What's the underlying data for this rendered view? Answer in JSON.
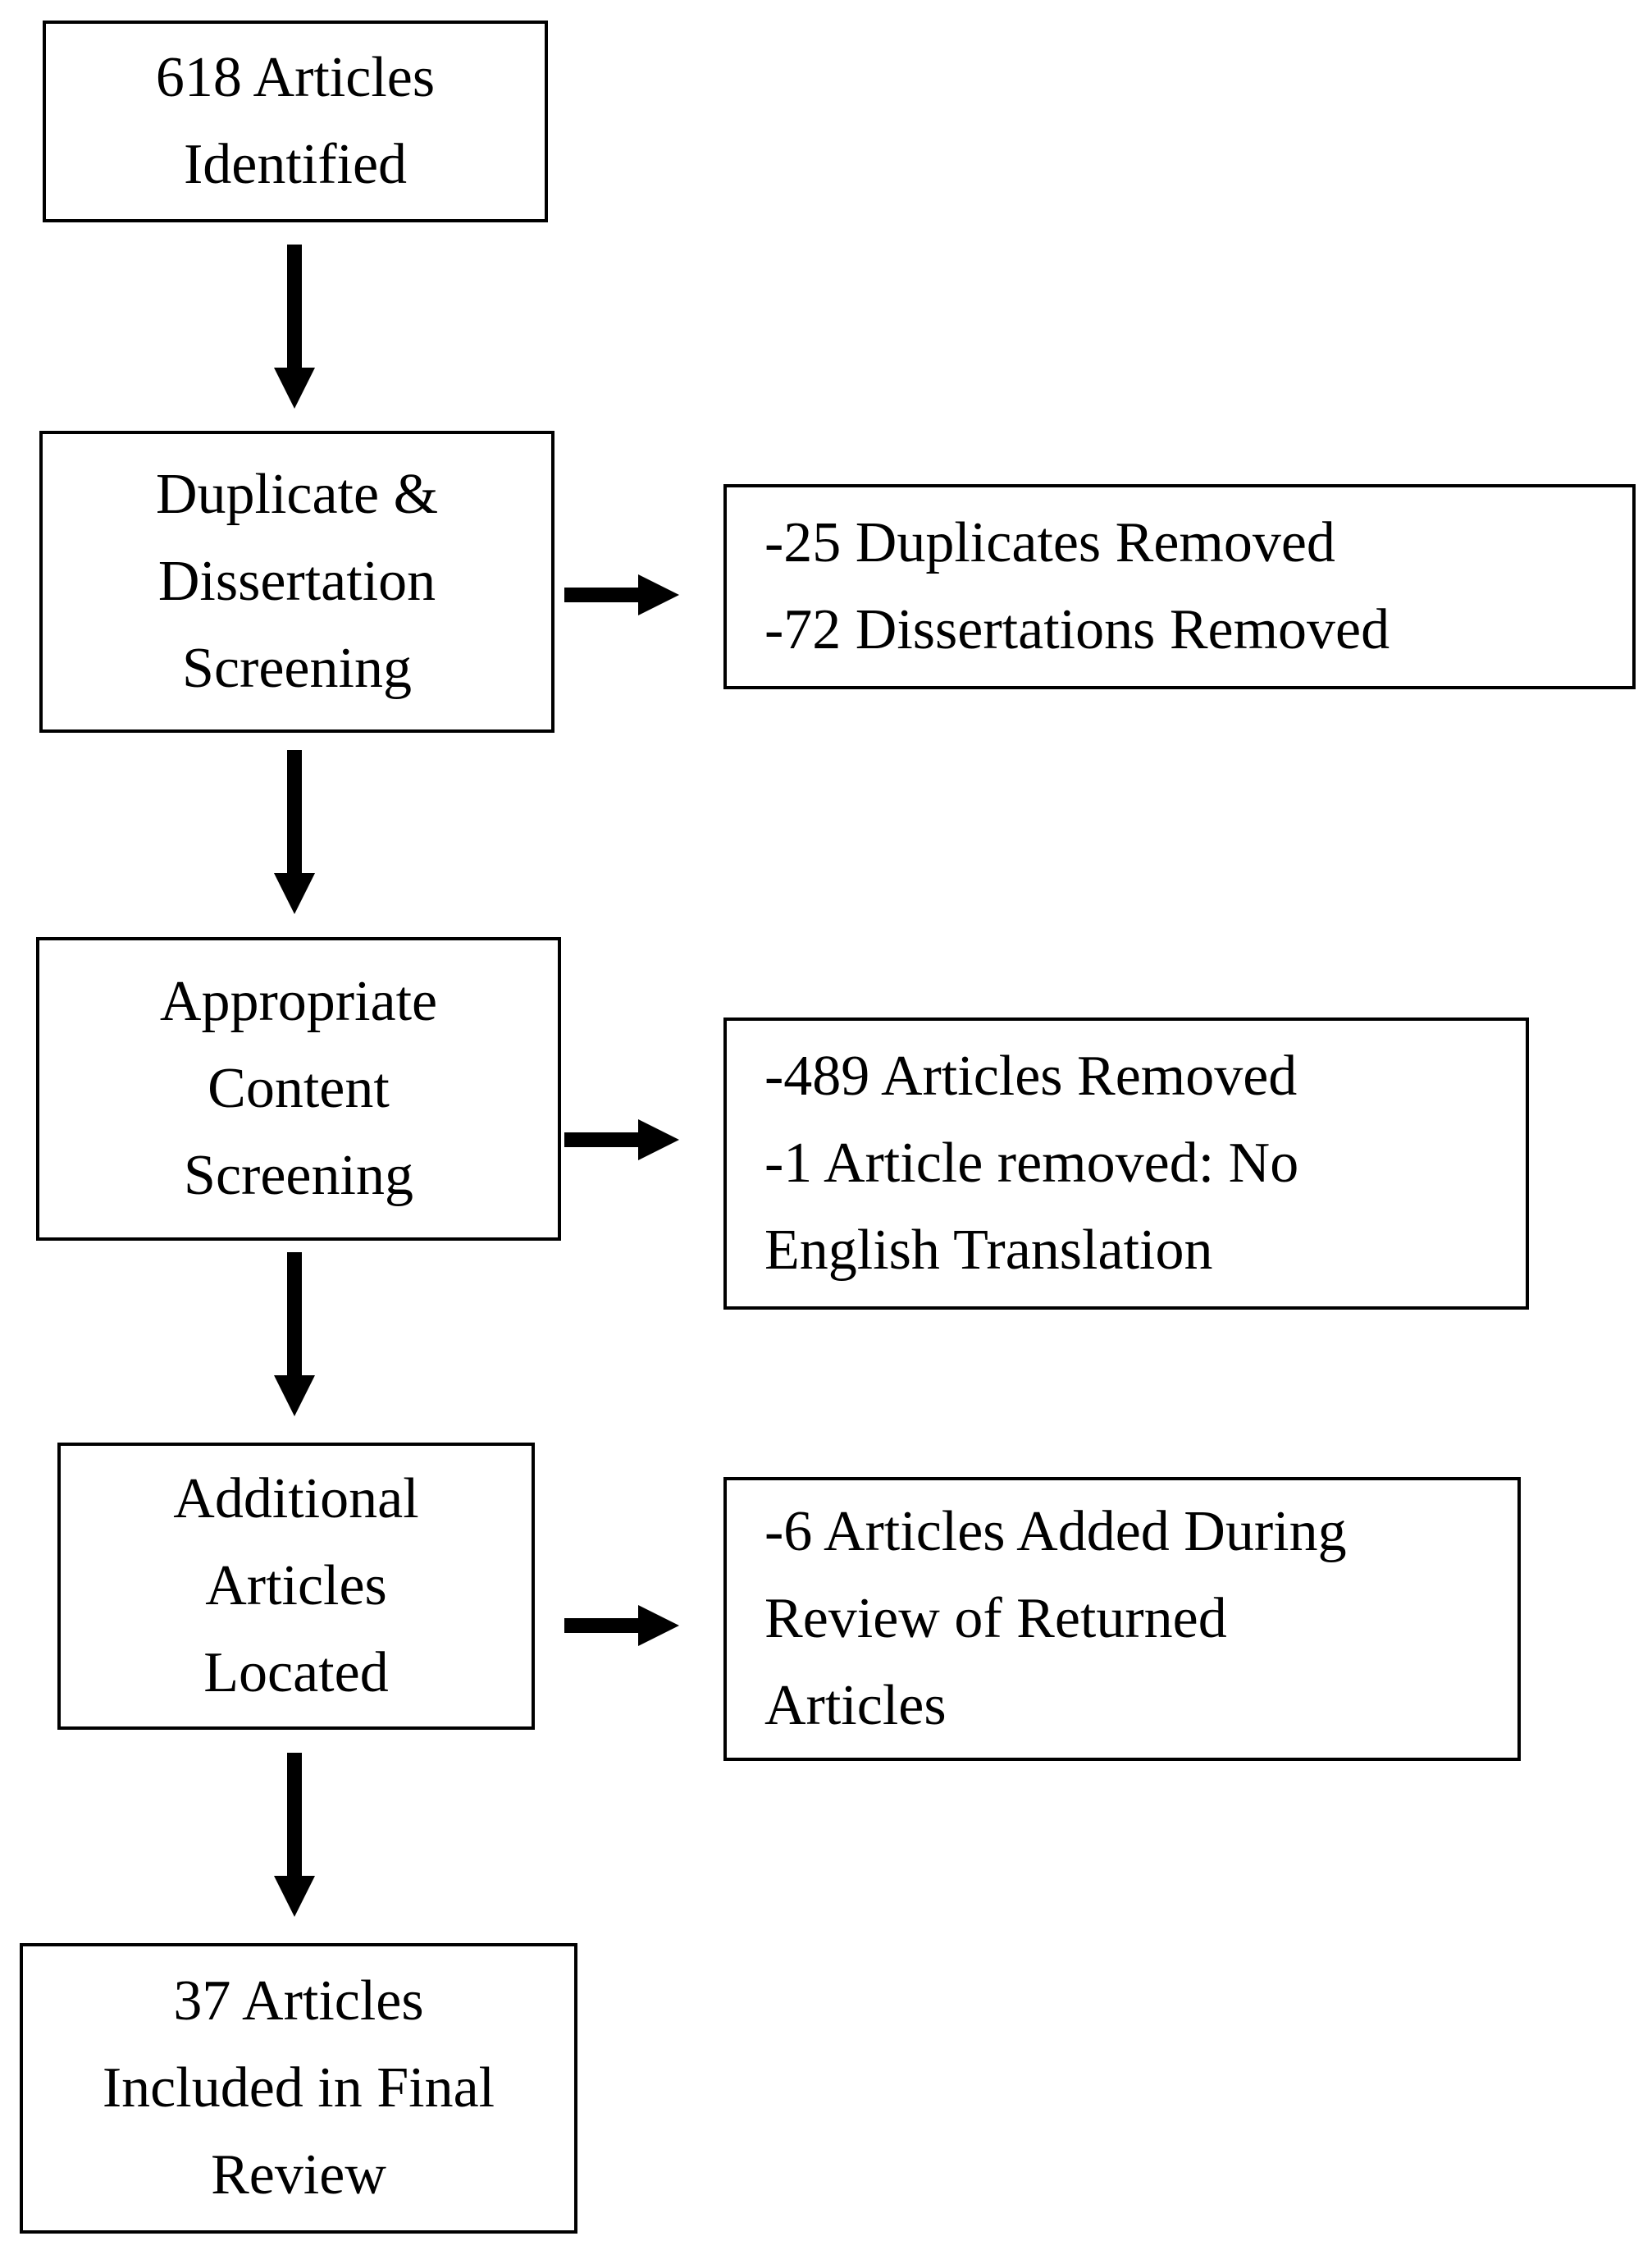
{
  "flow_steps": [
    {
      "lines": [
        "618 Articles",
        "Identified"
      ]
    },
    {
      "lines": [
        "Duplicate &",
        "Dissertation",
        "Screening"
      ]
    },
    {
      "lines": [
        "Appropriate",
        "Content",
        "Screening"
      ]
    },
    {
      "lines": [
        "Additional",
        "Articles",
        "Located"
      ]
    },
    {
      "lines": [
        "37 Articles",
        "Included in Final",
        "Review"
      ]
    }
  ],
  "side_notes": [
    {
      "lines": [
        "-25 Duplicates Removed",
        "-72 Dissertations Removed"
      ]
    },
    {
      "lines": [
        "-489 Articles Removed",
        "-1 Article removed: No",
        "English Translation"
      ]
    },
    {
      "lines": [
        "-6 Articles Added During",
        "Review of Returned",
        "Articles"
      ]
    }
  ]
}
